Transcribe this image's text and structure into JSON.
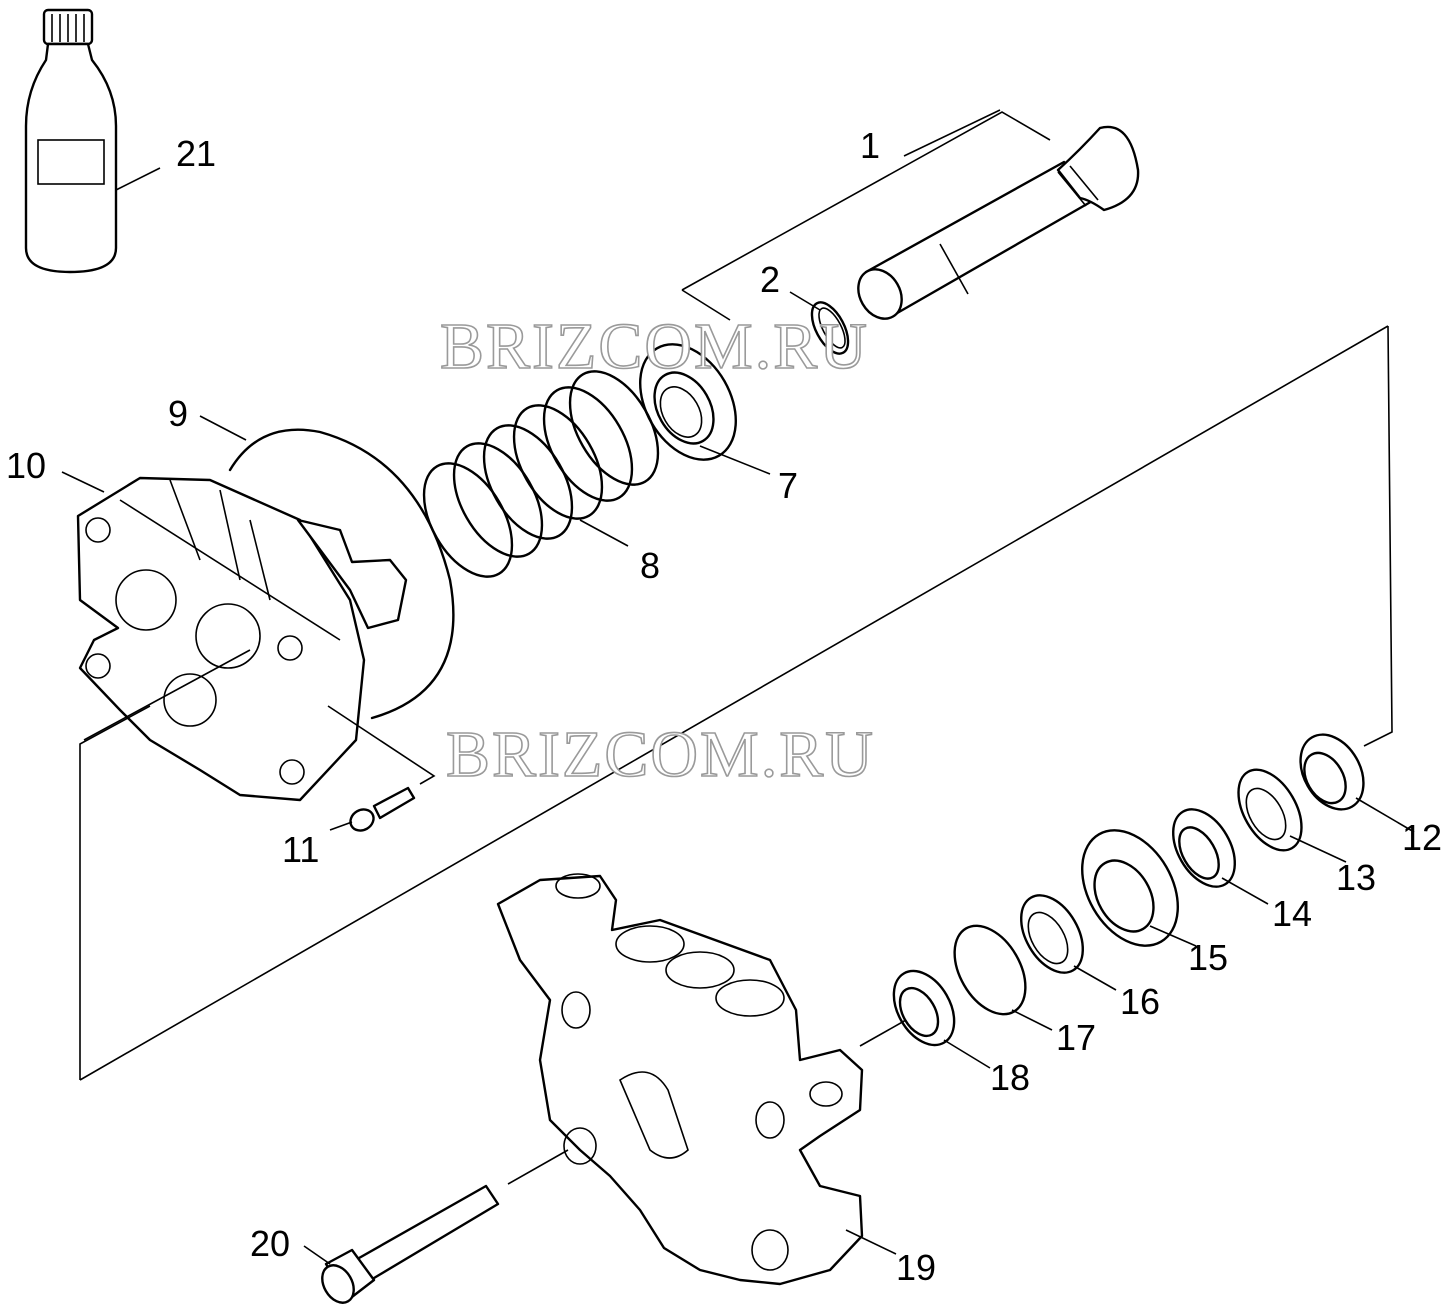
{
  "watermark": "BRIZCOM.RU",
  "callouts": [
    {
      "id": "1",
      "text": "1"
    },
    {
      "id": "2",
      "text": "2"
    },
    {
      "id": "7",
      "text": "7"
    },
    {
      "id": "8",
      "text": "8"
    },
    {
      "id": "9",
      "text": "9"
    },
    {
      "id": "10",
      "text": "10"
    },
    {
      "id": "11",
      "text": "11"
    },
    {
      "id": "12",
      "text": "12"
    },
    {
      "id": "13",
      "text": "13"
    },
    {
      "id": "14",
      "text": "14"
    },
    {
      "id": "15",
      "text": "15"
    },
    {
      "id": "16",
      "text": "16"
    },
    {
      "id": "17",
      "text": "17"
    },
    {
      "id": "18",
      "text": "18"
    },
    {
      "id": "19",
      "text": "19"
    },
    {
      "id": "20",
      "text": "20"
    },
    {
      "id": "21",
      "text": "21"
    }
  ]
}
